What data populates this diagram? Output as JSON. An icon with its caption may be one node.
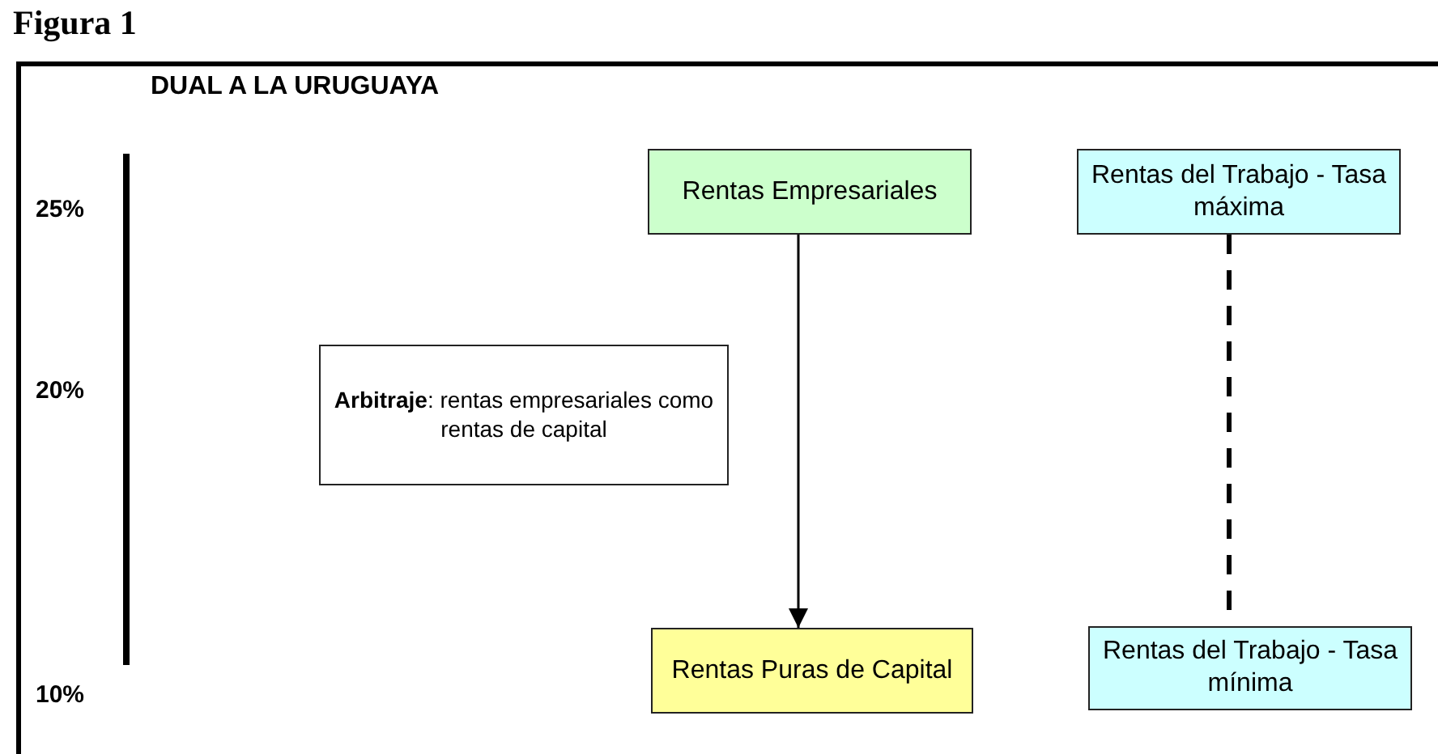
{
  "diagram": {
    "title": "Figura 1",
    "nodes": [
      {
        "text": [
          "Rentas Empresariales"
        ]
      },
      {
        "text": [
          "Rentas del Trabajo - Tasa máxima"
        ]
      },
      {
        "text": [
          "**Arbitraje**: rentas empresariales como rentas de capital"
        ]
      },
      {
        "text": [
          "Rentas Puras de Capital"
        ]
      },
      {
        "text": [
          "Rentas del Trabajo - Tasa mínima"
        ]
      }
    ],
    "edges": [
      {
        "from": 0,
        "to": 3,
        "arrow": "to"
      },
      {
        "from": 1,
        "to": 4,
        "arrow": "none",
        "style": "dashed"
      }
    ],
    "labels": [
      "DUAL A LA URUGUAYA",
      "25%",
      "20%",
      "10%"
    ]
  }
}
